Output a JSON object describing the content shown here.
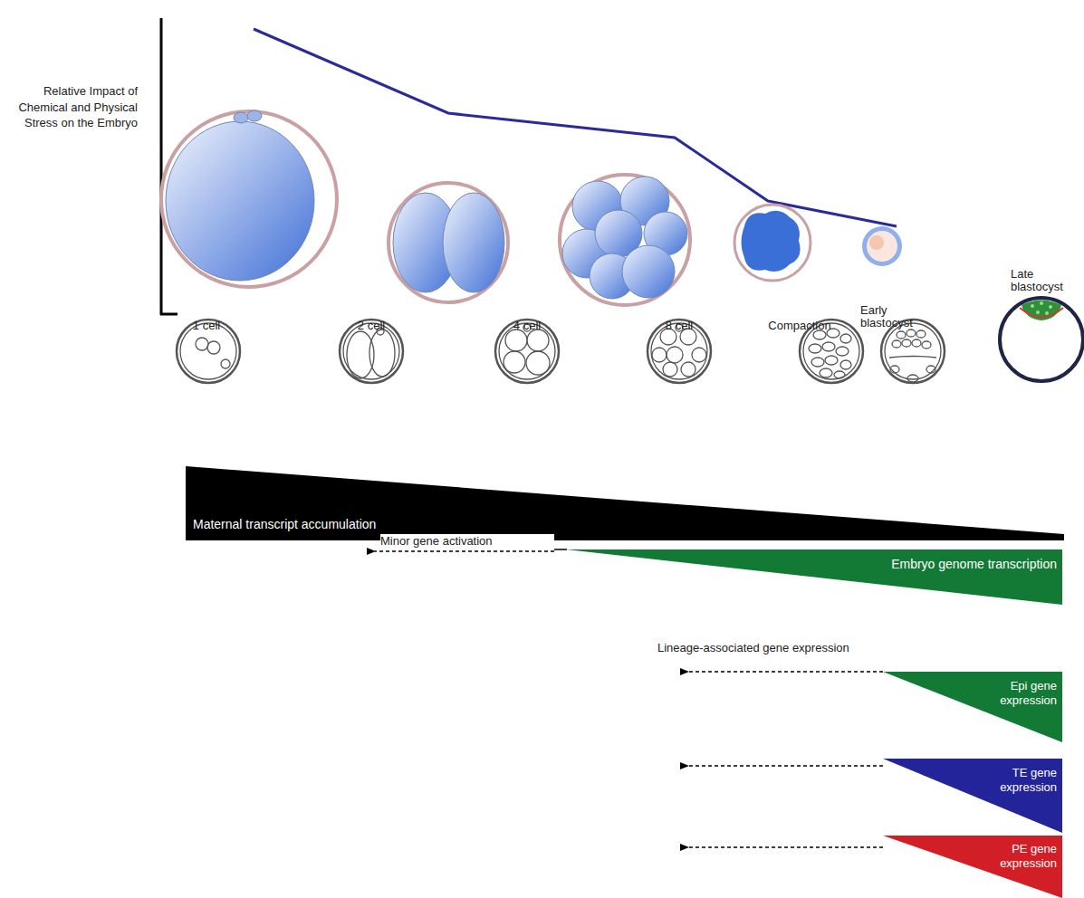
{
  "diagram": {
    "nodes": [
      {
        "text": [
          "Maternal transcript accumulation"
        ]
      },
      {
        "text": [
          "Embryo genome transcription"
        ]
      },
      {
        "text": [
          "Epi gene expression"
        ]
      },
      {
        "text": [
          "TE gene expression"
        ]
      },
      {
        "text": [
          "PE gene expression"
        ]
      }
    ],
    "labels": [
      "Relative Impact of Chemical and Physical Stress on the Embryo",
      "1 cell",
      "2 cell",
      "4 cell",
      "8 cell",
      "Compaction",
      "Early blastocyst",
      "Late blastocyst",
      "Minor gene activation",
      "Lineage-associated gene expression"
    ]
  }
}
